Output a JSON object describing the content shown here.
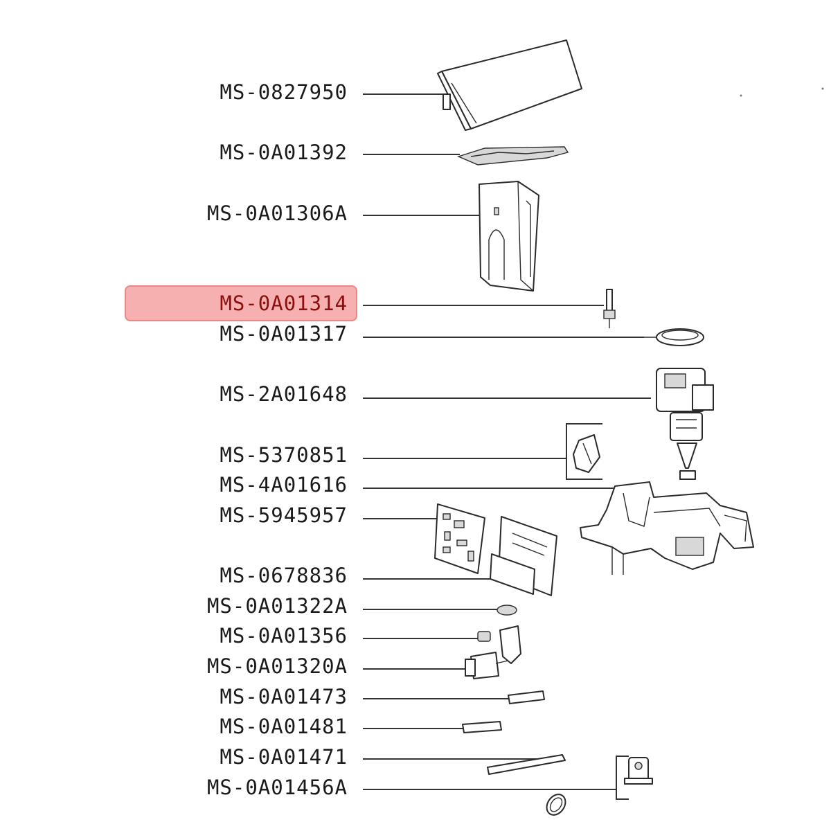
{
  "diagram": {
    "selected_part": "MS-0A01314",
    "parts": [
      {
        "id": "p1",
        "label": "MS-0827950"
      },
      {
        "id": "p2",
        "label": "MS-0A01392"
      },
      {
        "id": "p3",
        "label": "MS-0A01306A"
      },
      {
        "id": "p4",
        "label": "MS-0A01314"
      },
      {
        "id": "p5",
        "label": "MS-0A01317"
      },
      {
        "id": "p6",
        "label": "MS-2A01648"
      },
      {
        "id": "p7",
        "label": "MS-5370851"
      },
      {
        "id": "p8",
        "label": "MS-4A01616"
      },
      {
        "id": "p9",
        "label": "MS-5945957"
      },
      {
        "id": "p10",
        "label": "MS-0678836"
      },
      {
        "id": "p11",
        "label": "MS-0A01322A"
      },
      {
        "id": "p12",
        "label": "MS-0A01356"
      },
      {
        "id": "p13",
        "label": "MS-0A01320A"
      },
      {
        "id": "p14",
        "label": "MS-0A01473"
      },
      {
        "id": "p15",
        "label": "MS-0A01481"
      },
      {
        "id": "p16",
        "label": "MS-0A01471"
      },
      {
        "id": "p17",
        "label": "MS-0A01456A"
      }
    ]
  },
  "colors": {
    "highlight": "#f6a3a3",
    "highlight_border": "#e57373",
    "line": "#333333"
  }
}
